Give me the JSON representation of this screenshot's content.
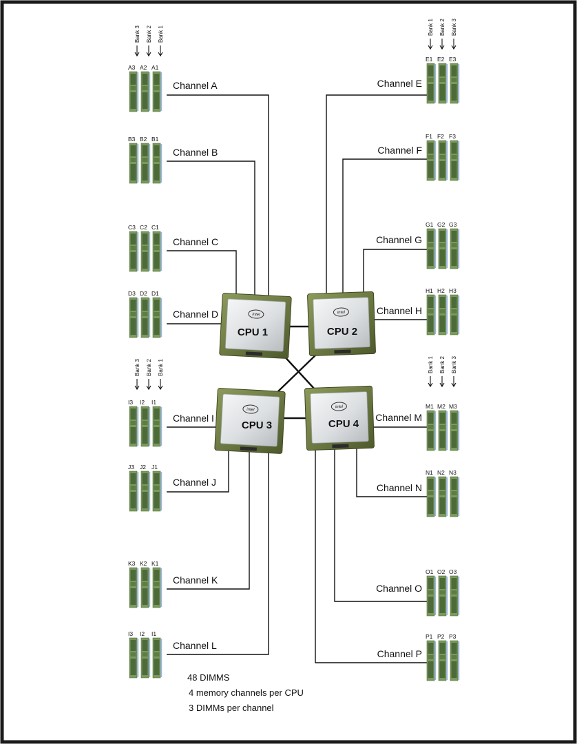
{
  "bank_labels": [
    "Bank 3",
    "Bank 2",
    "Bank 1"
  ],
  "bank_labels_right": [
    "Bank 1",
    "Bank 2",
    "Bank 3"
  ],
  "channels": [
    {
      "id": "A",
      "name": "Channel A",
      "slots": [
        "A3",
        "A2",
        "A1"
      ],
      "cpu": "CPU 1"
    },
    {
      "id": "B",
      "name": "Channel B",
      "slots": [
        "B3",
        "B2",
        "B1"
      ],
      "cpu": "CPU 1"
    },
    {
      "id": "C",
      "name": "Channel C",
      "slots": [
        "C3",
        "C2",
        "C1"
      ],
      "cpu": "CPU 1"
    },
    {
      "id": "D",
      "name": "Channel D",
      "slots": [
        "D3",
        "D2",
        "D1"
      ],
      "cpu": "CPU 1"
    },
    {
      "id": "E",
      "name": "Channel E",
      "slots": [
        "E1",
        "E2",
        "E3"
      ],
      "cpu": "CPU 2"
    },
    {
      "id": "F",
      "name": "Channel F",
      "slots": [
        "F1",
        "F2",
        "F3"
      ],
      "cpu": "CPU 2"
    },
    {
      "id": "G",
      "name": "Channel G",
      "slots": [
        "G1",
        "G2",
        "G3"
      ],
      "cpu": "CPU 2"
    },
    {
      "id": "H",
      "name": "Channel H",
      "slots": [
        "H1",
        "H2",
        "H3"
      ],
      "cpu": "CPU 2"
    },
    {
      "id": "I",
      "name": "Channel I",
      "slots": [
        "I3",
        "I2",
        "I1"
      ],
      "cpu": "CPU 3"
    },
    {
      "id": "J",
      "name": "Channel J",
      "slots": [
        "J3",
        "J2",
        "J1"
      ],
      "cpu": "CPU 3"
    },
    {
      "id": "K",
      "name": "Channel K",
      "slots": [
        "K3",
        "K2",
        "K1"
      ],
      "cpu": "CPU 3"
    },
    {
      "id": "L",
      "name": "Channel L",
      "slots": [
        "I3",
        "I2",
        "I1"
      ],
      "cpu": "CPU 3"
    },
    {
      "id": "M",
      "name": "Channel M",
      "slots": [
        "M1",
        "M2",
        "M3"
      ],
      "cpu": "CPU 4"
    },
    {
      "id": "N",
      "name": "Channel N",
      "slots": [
        "N1",
        "N2",
        "N3"
      ],
      "cpu": "CPU 4"
    },
    {
      "id": "O",
      "name": "Channel O",
      "slots": [
        "O1",
        "O2",
        "O3"
      ],
      "cpu": "CPU 4"
    },
    {
      "id": "P",
      "name": "Channel P",
      "slots": [
        "P1",
        "P2",
        "P3"
      ],
      "cpu": "CPU 4"
    }
  ],
  "cpus": [
    "CPU 1",
    "CPU 2",
    "CPU 3",
    "CPU 4"
  ],
  "cpu_logo_text": "intel",
  "interconnects": [
    [
      "CPU 1",
      "CPU 2"
    ],
    [
      "CPU 3",
      "CPU 4"
    ],
    [
      "CPU 1",
      "CPU 4"
    ],
    [
      "CPU 2",
      "CPU 3"
    ]
  ],
  "notes": {
    "line1": "48 DIMMS",
    "line2": "4 memory channels per CPU",
    "line3": "3 DIMMs per channel"
  },
  "colors": {
    "border": "#1a1a1a",
    "dimm_green": "#7a9a5c",
    "dimm_dark": "#4d6b3a",
    "dimm_edge": "#9fb7d6",
    "cpu_frame": "#6f7a45",
    "cpu_lid": "#e2e5e7"
  }
}
